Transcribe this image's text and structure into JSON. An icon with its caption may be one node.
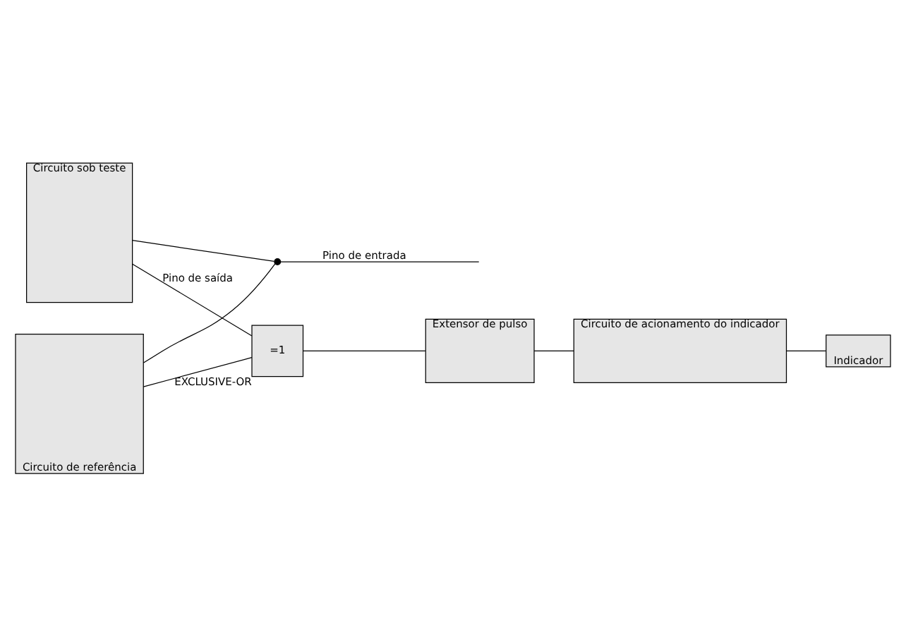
{
  "diagram": {
    "nodes": [
      {
        "text": [
          "Circuito sob teste"
        ]
      },
      {
        "text": [
          "Circuito de referência"
        ]
      },
      {
        "text": [],
        "shape": "circle"
      },
      {
        "text": [
          "=1"
        ],
        "beside": [
          "EXCLUSIVE-OR"
        ]
      },
      {
        "text": [
          "Extensor de pulso"
        ]
      },
      {
        "text": [
          "Circuito de acionamento do indicador"
        ]
      },
      {
        "text": [
          "Indicador"
        ]
      }
    ],
    "edges": [
      {
        "from": 0,
        "to": 2,
        "arrow": "none"
      },
      {
        "from": 2,
        "to": null,
        "arrow": "none",
        "label": "Pino de entrada"
      },
      {
        "from": 2,
        "to": 1,
        "arrow": "none"
      },
      {
        "from": 0,
        "to": 3,
        "arrow": "none",
        "label": "Pino de saída"
      },
      {
        "from": 1,
        "to": 3,
        "arrow": "none"
      },
      {
        "from": 3,
        "to": 4,
        "arrow": "none"
      },
      {
        "from": 4,
        "to": 5,
        "arrow": "none"
      },
      {
        "from": 5,
        "to": 6,
        "arrow": "none"
      }
    ]
  }
}
